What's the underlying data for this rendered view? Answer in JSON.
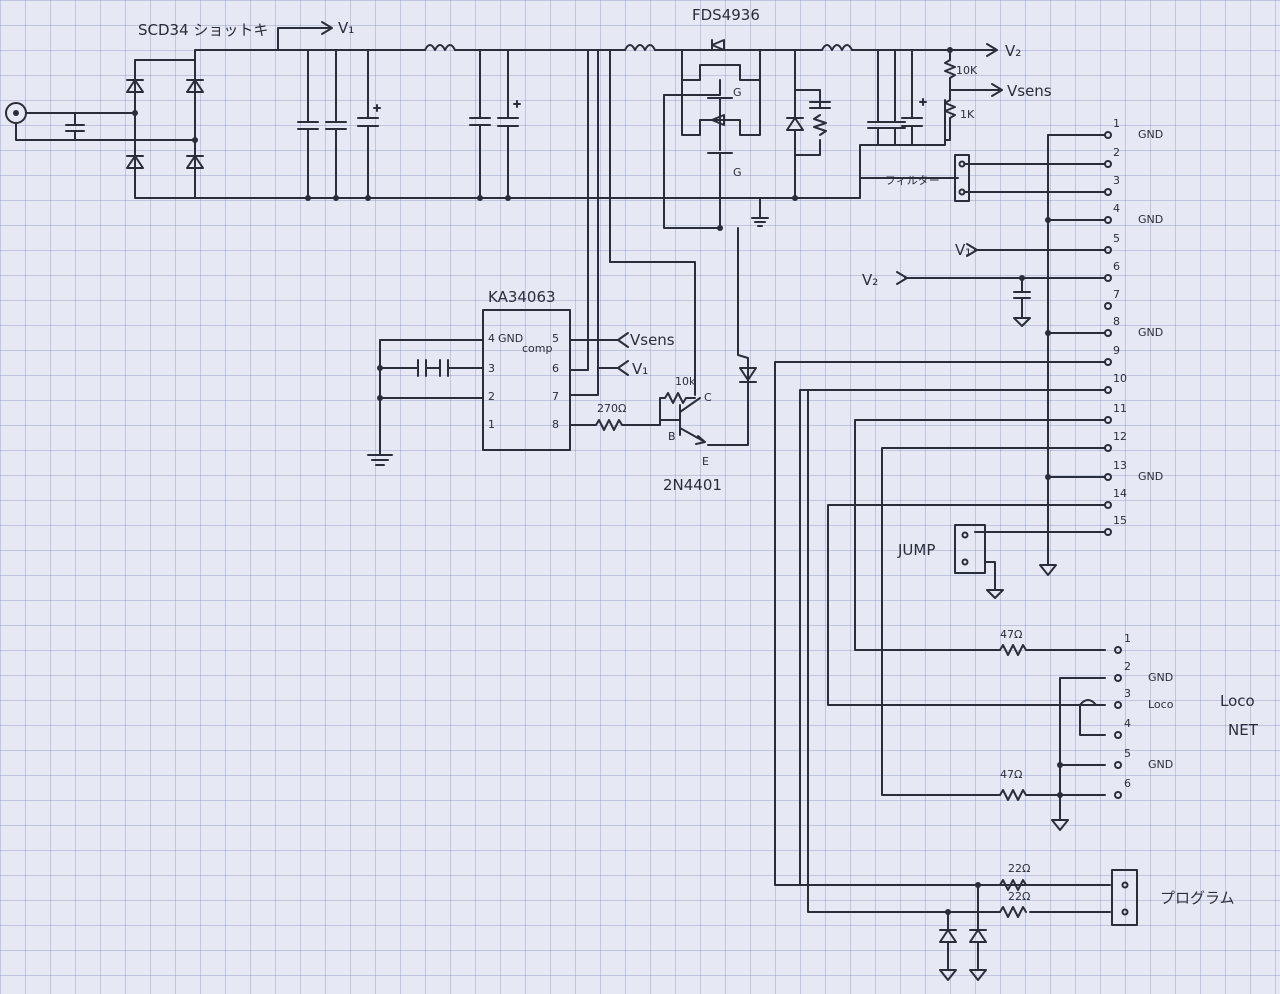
{
  "labels": {
    "diode_part": "SCD34 ショットキ",
    "mosfet_part": "FDS4936",
    "v1_top": "V₁",
    "v2_top": "V₂",
    "vsens_top": "Vsens",
    "r_10k_top": "10K",
    "r_1k": "1K",
    "ic_name": "KA34063",
    "ic_gnd": "GND",
    "ic_comp": "comp",
    "ic_vsens": "Vsens",
    "ic_v1": "V₁",
    "r_10k_base": "10k",
    "r_270": "270Ω",
    "transistor": "2N4401",
    "pin_b": "B",
    "pin_c": "C",
    "pin_e": "E",
    "gate_g1": "G",
    "gate_g2": "G",
    "filter": "フィルター",
    "jump": "JUMP",
    "v1_conn": "V₁",
    "v2_conn": "V₂",
    "r_47_a": "47Ω",
    "r_47_b": "47Ω",
    "r_22_a": "22Ω",
    "r_22_b": "22Ω",
    "loco": "Loco",
    "loconet": "Loco",
    "net": "NET",
    "program": "プログラム"
  },
  "ic_pins": {
    "p4": "4",
    "p3": "3",
    "p2": "2",
    "p1": "1",
    "p5": "5",
    "p6": "6",
    "p7": "7",
    "p8": "8"
  },
  "connector15": [
    {
      "num": "1",
      "label": "GND"
    },
    {
      "num": "2",
      "label": ""
    },
    {
      "num": "3",
      "label": ""
    },
    {
      "num": "4",
      "label": "GND"
    },
    {
      "num": "5",
      "label": ""
    },
    {
      "num": "6",
      "label": ""
    },
    {
      "num": "7",
      "label": ""
    },
    {
      "num": "8",
      "label": "GND"
    },
    {
      "num": "9",
      "label": ""
    },
    {
      "num": "10",
      "label": ""
    },
    {
      "num": "11",
      "label": ""
    },
    {
      "num": "12",
      "label": ""
    },
    {
      "num": "13",
      "label": "GND"
    },
    {
      "num": "14",
      "label": ""
    },
    {
      "num": "15",
      "label": ""
    }
  ],
  "connector6": [
    {
      "num": "1",
      "label": ""
    },
    {
      "num": "2",
      "label": "GND"
    },
    {
      "num": "3",
      "label": "Loco"
    },
    {
      "num": "4",
      "label": ""
    },
    {
      "num": "5",
      "label": "GND"
    },
    {
      "num": "6",
      "label": ""
    }
  ],
  "colors": {
    "ink": "#2a2d3a",
    "paper": "#e6e9f3",
    "grid": "#8c96c8"
  }
}
